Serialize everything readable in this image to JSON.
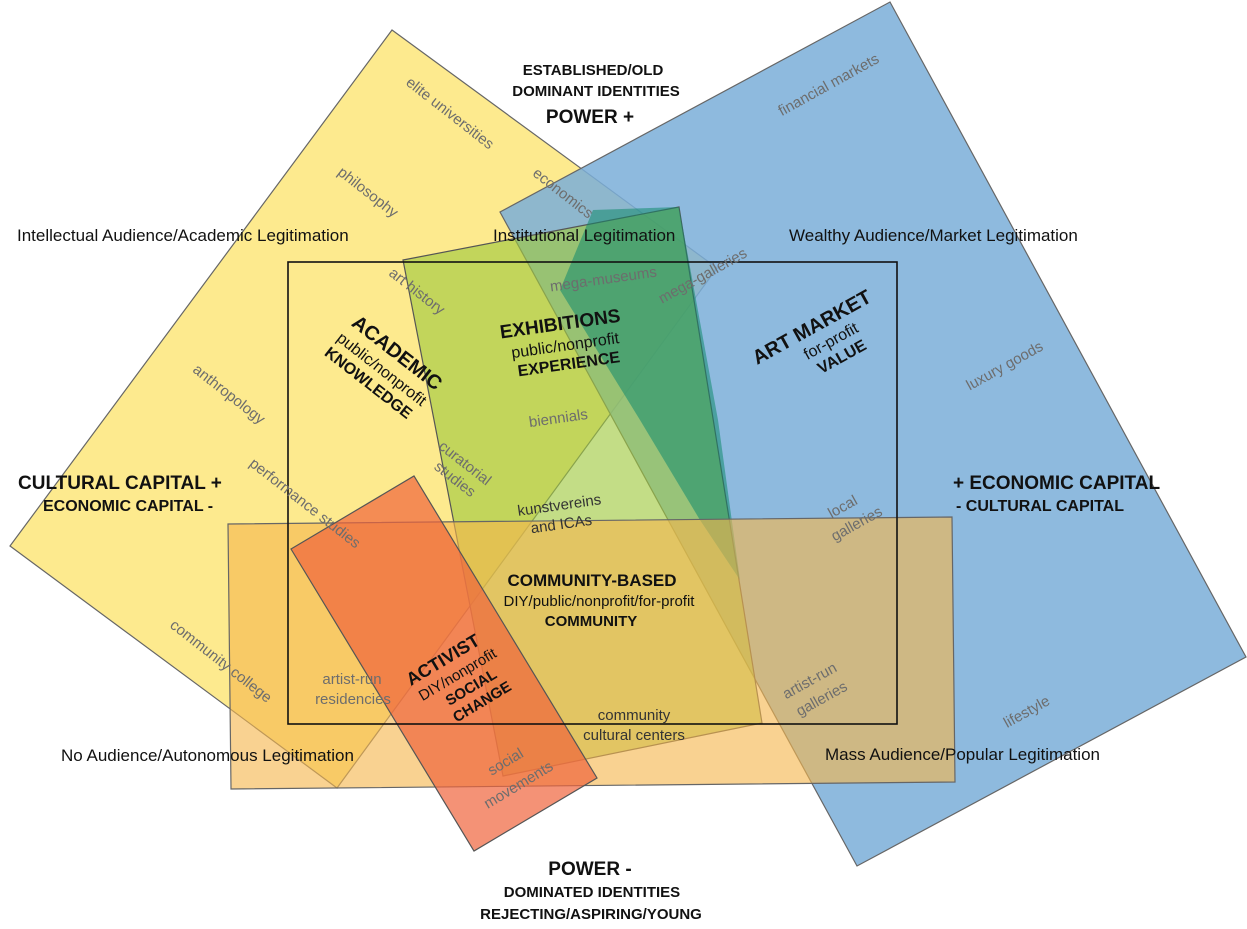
{
  "top": {
    "line1": "ESTABLISHED/OLD",
    "line2": "DOMINANT IDENTITIES",
    "line3": "POWER +"
  },
  "bottom": {
    "line1": "POWER -",
    "line2": "DOMINATED IDENTITIES",
    "line3": "REJECTING/ASPIRING/YOUNG"
  },
  "left": {
    "line1": "CULTURAL CAPITAL  +",
    "line2": "ECONOMIC CAPITAL  -"
  },
  "right": {
    "line1": "+  ECONOMIC CAPITAL",
    "line2": "-   CULTURAL CAPITAL"
  },
  "audiences": {
    "intellectual": "Intellectual Audience/Academic Legitimation",
    "institutional": "Institutional  Legitimation",
    "wealthy": "Wealthy Audience/Market Legitimation",
    "none": "No Audience/Autonomous Legitimation",
    "mass": "Mass Audience/Popular Legitimation"
  },
  "areas": {
    "academic": {
      "title": "ACADEMIC",
      "sub": "public/nonprofit",
      "tag": "KNOWLEDGE"
    },
    "exhibitions": {
      "title": "EXHIBITIONS",
      "sub": "public/nonprofit",
      "tag": "EXPERIENCE"
    },
    "art_market": {
      "title": "ART MARKET",
      "sub": "for-profit",
      "tag": "VALUE"
    },
    "community": {
      "title": "COMMUNITY-BASED",
      "sub": "DIY/public/nonprofit/for-profit",
      "tag": "COMMUNITY"
    },
    "activist": {
      "title": "ACTIVIST",
      "sub": "DIY/nonprofit",
      "tag1": "SOCIAL",
      "tag2": "CHANGE"
    }
  },
  "examples": {
    "elite_universities": "elite universities",
    "philosophy": "philosophy",
    "economics": "economics",
    "financial_markets": "financial markets",
    "mega_museums": "mega-museums",
    "mega_galleries": "mega-galleries",
    "art_history": "art history",
    "anthropology": "anthropology",
    "biennials": "biennials",
    "luxury_goods": "luxury goods",
    "curatorial1": "curatorial",
    "curatorial2": "studies",
    "performance_studies": "performance studies",
    "kunstvereins1": "kunstvereins",
    "kunstvereins2": "and ICAs",
    "local1": "local",
    "local2": "galleries",
    "community_college": "community college",
    "artist_run_res1": "artist-run",
    "artist_run_res2": "residencies",
    "artist_run_gal1": "artist-run",
    "artist_run_gal2": "galleries",
    "community_cc1": "community",
    "community_cc2": "cultural centers",
    "social_movements1": "social",
    "social_movements2": "movements",
    "lifestyle": "lifestyle"
  },
  "colors": {
    "yellow": "#fde67a",
    "blue": "#7aaed8",
    "green": "#9ec83c",
    "teal": "#138a6e",
    "orange": "#f6b64e",
    "red": "#f0643c"
  }
}
